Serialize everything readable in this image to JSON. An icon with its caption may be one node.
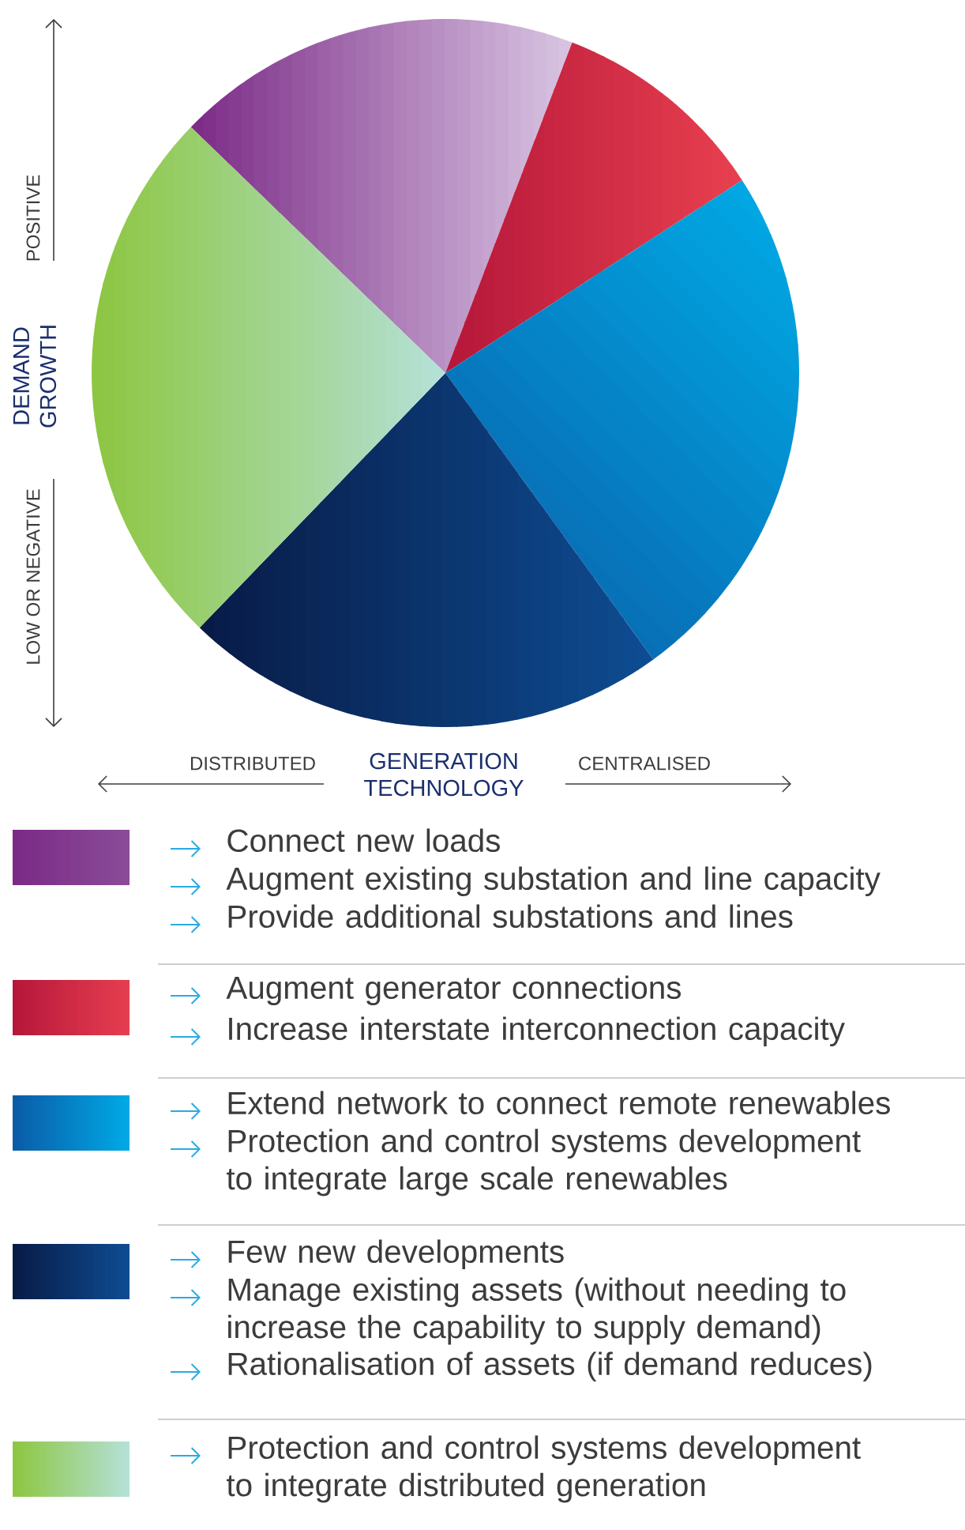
{
  "diagram": {
    "labels": [
      "POSITIVE",
      "DEMAND GROWTH",
      "LOW OR NEGATIVE",
      "DISTRIBUTED",
      "GENERATION TECHNOLOGY",
      "CENTRALISED",
      "Augment existing substation and line capacity",
      "Provide additional substations and lines",
      "Increase interstate interconnection capacity",
      "Protection and control systems development to integrate large scale renewables",
      "Manage existing assets (without needing to increase the capability to supply demand)",
      "Rationalisation of assets (if demand reduces)"
    ],
    "legend": [
      {
        "text": "Connect new loads",
        "color": "#7b2a86"
      },
      {
        "text": "Augment generator connections",
        "color": "#b5173a"
      },
      {
        "text": "Extend network to connect remote renewables",
        "color": "#0b5aa6"
      },
      {
        "text": "Few new developments",
        "color": "#081a45"
      },
      {
        "text": "Protection and control systems development to integrate distributed generation",
        "color": "#8cc63f"
      }
    ]
  }
}
